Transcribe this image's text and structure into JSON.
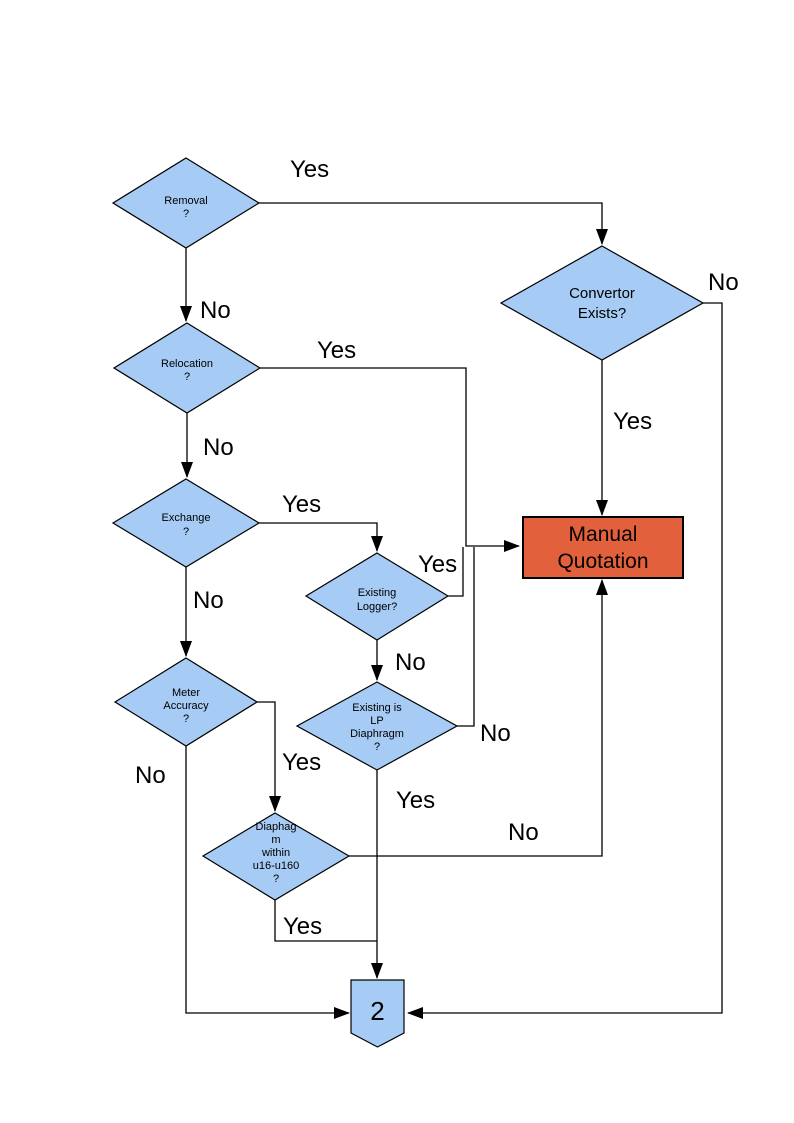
{
  "diagram": {
    "colors": {
      "background": "#ffffff",
      "decision_fill": "#A6CBF5",
      "process_fill": "#E2603C",
      "connector_fill": "#A6CBF5",
      "line": "#000000",
      "text": "#000000"
    },
    "nodes": {
      "removal": {
        "shape": "decision",
        "lines": [
          "Removal",
          "?"
        ]
      },
      "convertor_exists": {
        "shape": "decision",
        "lines": [
          "Convertor",
          "Exists?"
        ]
      },
      "relocation": {
        "shape": "decision",
        "lines": [
          "Relocation",
          "?"
        ]
      },
      "exchange": {
        "shape": "decision",
        "lines": [
          "Exchange",
          "?"
        ]
      },
      "existing_logger": {
        "shape": "decision",
        "lines": [
          "Existing",
          "Logger?"
        ]
      },
      "meter_accuracy": {
        "shape": "decision",
        "lines": [
          "Meter",
          "Accuracy",
          "?"
        ]
      },
      "existing_lp_diaphragm": {
        "shape": "decision",
        "lines": [
          "Existing is",
          "LP",
          "Diaphragm",
          "?"
        ]
      },
      "diaphragm_within_range": {
        "shape": "decision",
        "lines": [
          "Diaphag",
          "m",
          "within",
          "u16-u160",
          "?"
        ]
      },
      "manual_quotation": {
        "shape": "process",
        "lines": [
          "Manual",
          "Quotation"
        ]
      },
      "off_page_connector": {
        "shape": "off-page-connector",
        "label": "2"
      }
    },
    "edge_labels": {
      "removal_yes": "Yes",
      "removal_no": "No",
      "convertor_yes": "Yes",
      "convertor_no": "No",
      "relocation_yes": "Yes",
      "relocation_no": "No",
      "exchange_yes": "Yes",
      "exchange_no": "No",
      "existing_logger_yes": "Yes",
      "existing_logger_no": "No",
      "existing_lp_yes": "Yes",
      "existing_lp_no": "No",
      "meter_accuracy_yes": "Yes",
      "meter_accuracy_no": "No",
      "diaphragm_yes": "Yes",
      "diaphragm_no": "No"
    }
  }
}
